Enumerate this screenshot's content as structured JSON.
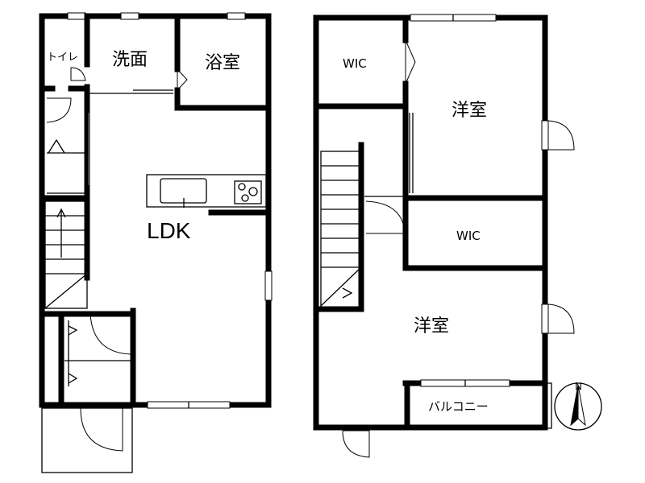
{
  "floor1": {
    "rooms": {
      "toilet": "トイレ",
      "washroom": "洗面",
      "bathroom": "浴室",
      "ldk": "LDK"
    }
  },
  "floor2": {
    "rooms": {
      "wic_top": "WIC",
      "western_top": "洋室",
      "wic_middle": "WIC",
      "western_bottom": "洋室",
      "balcony": "バルコニー"
    }
  },
  "compass": {
    "north_label": "N"
  }
}
